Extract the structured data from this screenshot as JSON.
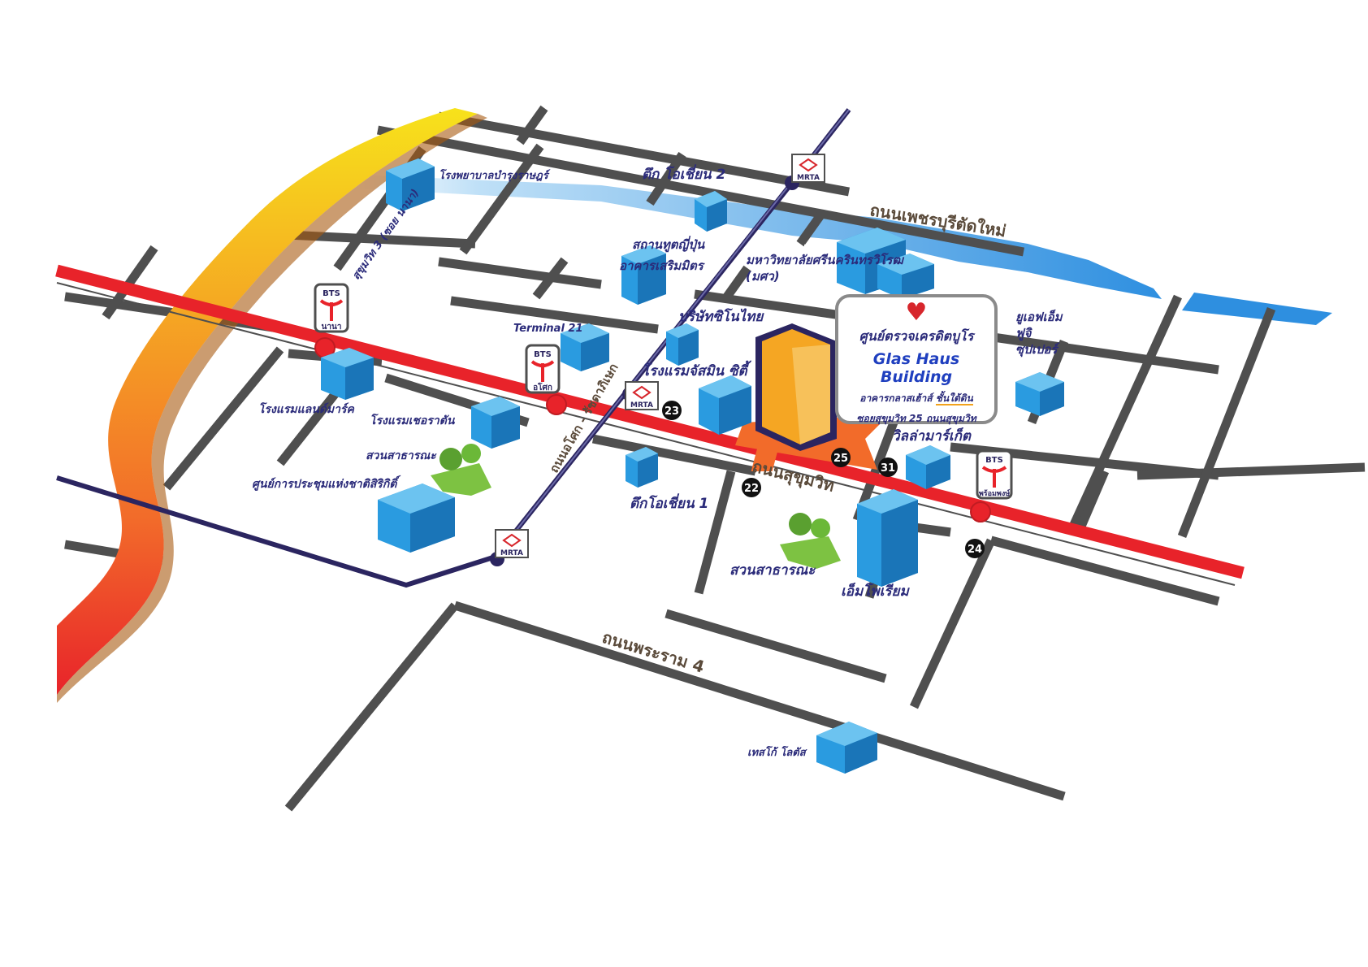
{
  "roads": {
    "phetchaburi": "ถนนเพชรบุรีตัดใหม่",
    "sukhumvit": "ถนนสุขุมวิท",
    "rama4": "ถนนพระราม 4",
    "asok": "ถนนอโศก - รัชดาภิเษก",
    "soi3": "สุขุมวิท 3 (ซอย นานา)"
  },
  "places": {
    "bumrungrad": "โรงพยาบาลบำรุงราษฎร์",
    "ocean2": "ตึก โอเชี่ยน 2",
    "japan_embassy_1": "สถานทูตญี่ปุ่น",
    "japan_embassy_2": "อาคารเสริมมิตร",
    "swu_1": "มหาวิทยาลัยศรีนครินทรวิโรฒ",
    "swu_2": "(มศว)",
    "terminal21": "Terminal 21",
    "sino_thai": "บริษัทซิโนไทย",
    "jasmine": "โรงแรมจัสมิน ซิตี้",
    "landmark": "โรงแรมแลนด์มาร์ค",
    "sheraton": "โรงแรมเชอราตัน",
    "park1": "สวนสาธารณะ",
    "qsncc": "ศูนย์การประชุมแห่งชาติสิริกิติ์",
    "ocean1": "ตึกโอเชี่ยน 1",
    "park2": "สวนสาธารณะ",
    "emporium": "เอ็มโพเรียม",
    "ufm_1": "ยูเอฟเอ็ม",
    "ufm_2": "ฟูจิ",
    "ufm_3": "ซุปเปอร์",
    "villa": "วิลล่ามาร์เก็ต",
    "tesco": "เทสโก้ โลตัส"
  },
  "stations": {
    "bts_nana": "นานา",
    "bts_asok": "อโศก",
    "bts_phrompong": "พร้อมพงษ์",
    "bts_logo": "BTS",
    "mrta_logo": "MRTA"
  },
  "soi_numbers": [
    "23",
    "25",
    "22",
    "31",
    "24"
  ],
  "callout": {
    "heart": "♥",
    "thai_name": "ศูนย์ตรวจเครดิตบูโร",
    "english_name": "Glas Haus Building",
    "sub_1a": "อาคารกลาสเฮ้าส์",
    "sub_1b": "ชั้นใต้ดิน",
    "sub_2": "ซอยสุขุมวิท 25 ถนนสุขุมวิท"
  },
  "colors": {
    "bts_line": "#e8232a",
    "mrt_line": "#2b2560",
    "road": "#4f4f4f",
    "canal": "#2e8fe0",
    "building": "#2a9be0",
    "target_building": "#f2a21c",
    "park": "#7dc242",
    "expressway_top": "#f7e21b",
    "expressway_bottom": "#e8232a"
  }
}
